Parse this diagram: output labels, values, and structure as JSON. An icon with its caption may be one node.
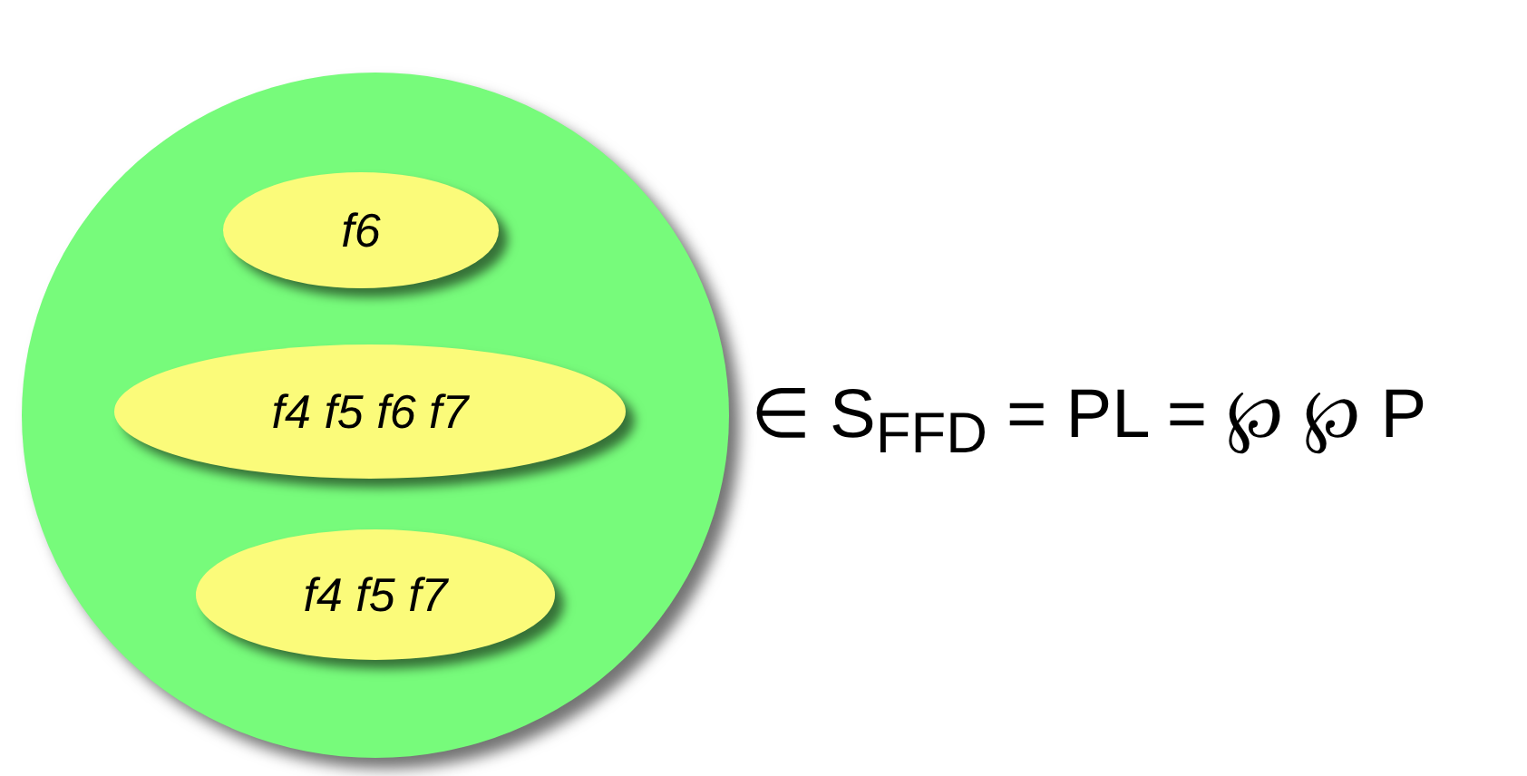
{
  "diagram": {
    "nodes": [
      {
        "text": [],
        "shape": "circle"
      },
      {
        "text": [
          "f6"
        ],
        "in": 0
      },
      {
        "text": [
          "f4 f5 f6 f7"
        ],
        "in": 0
      },
      {
        "text": [
          "f4 f5 f7"
        ],
        "in": 0
      }
    ],
    "labels": [
      "∈ S$_{FFD}$ = PL = ℘ ℘ P"
    ]
  }
}
